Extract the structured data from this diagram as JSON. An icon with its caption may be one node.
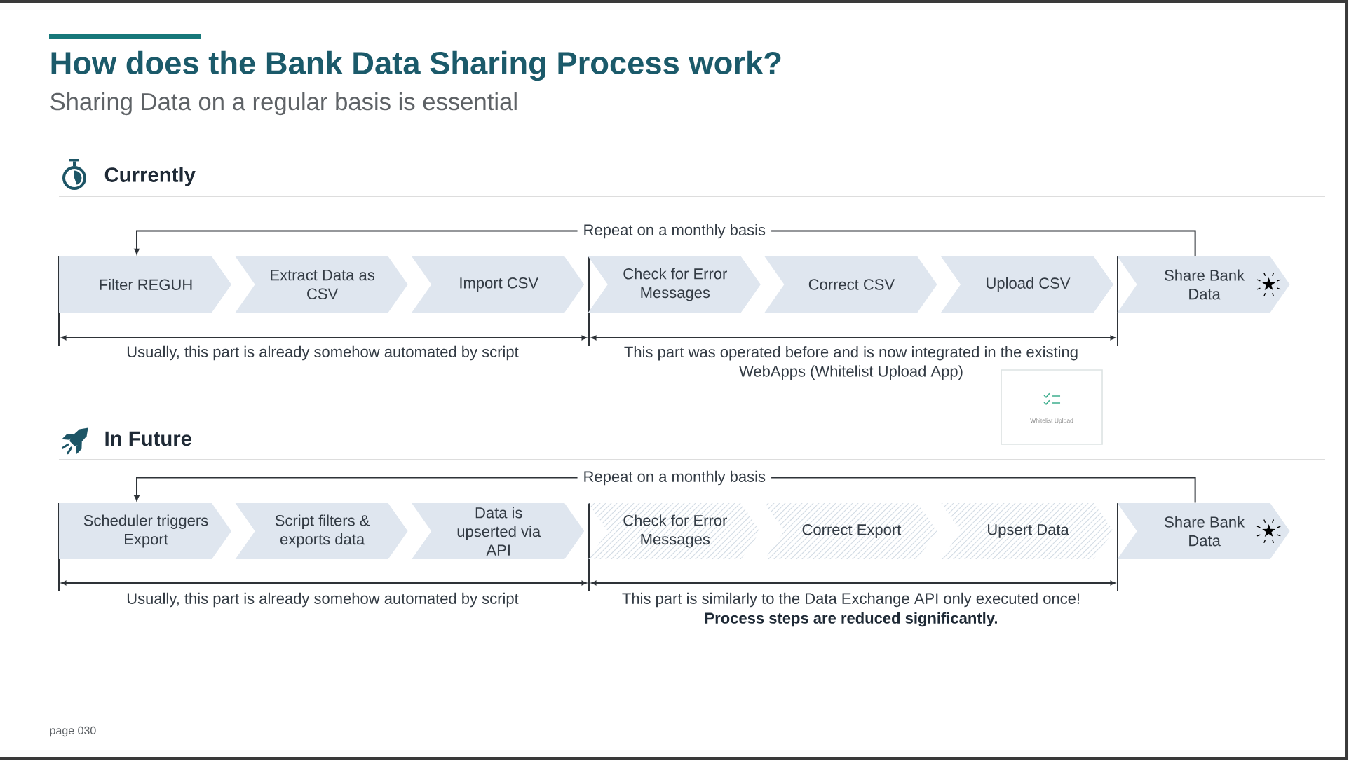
{
  "diagram": {
    "title": "How does the Bank Data Sharing Process work?",
    "nodes": [
      {
        "text": [
          "Filter REGUH"
        ]
      },
      {
        "text": [
          "Extract Data as CSV"
        ]
      },
      {
        "text": [
          "Import CSV"
        ]
      },
      {
        "text": [
          "Check for Error Messages"
        ]
      },
      {
        "text": [
          "Correct CSV"
        ]
      },
      {
        "text": [
          "Upload CSV"
        ]
      },
      {
        "text": [
          "Share Bank Data"
        ]
      },
      {
        "text": [
          "Whitelist Upload"
        ]
      },
      {
        "text": [
          "Scheduler triggers Export"
        ]
      },
      {
        "text": [
          "Script filters & exports data"
        ]
      },
      {
        "text": [
          "Data is upserted via API"
        ]
      },
      {
        "text": [
          "Check for Error Messages"
        ]
      },
      {
        "text": [
          "Correct Export"
        ]
      },
      {
        "text": [
          "Upsert Data"
        ]
      },
      {
        "text": [
          "Share Bank Data"
        ]
      }
    ],
    "edges": [
      {
        "from": 6,
        "to": 0,
        "arrow": "to",
        "label": "Repeat on a monthly basis"
      },
      {
        "from": 14,
        "to": 8,
        "arrow": "to",
        "label": "Repeat on a monthly basis"
      }
    ],
    "labels": [
      "Sharing Data on a regular basis is essential",
      "Currently",
      "Usually, this part is already somehow automated by script",
      "This part was operated before and is now integrated in the existing WebApps (Whitelist Upload App)",
      "In Future",
      "Usually, this part is already somehow automated by script",
      "This part is similarly to the Data Exchange API only executed once!",
      "Process steps are reduced significantly.",
      "page 030"
    ]
  }
}
